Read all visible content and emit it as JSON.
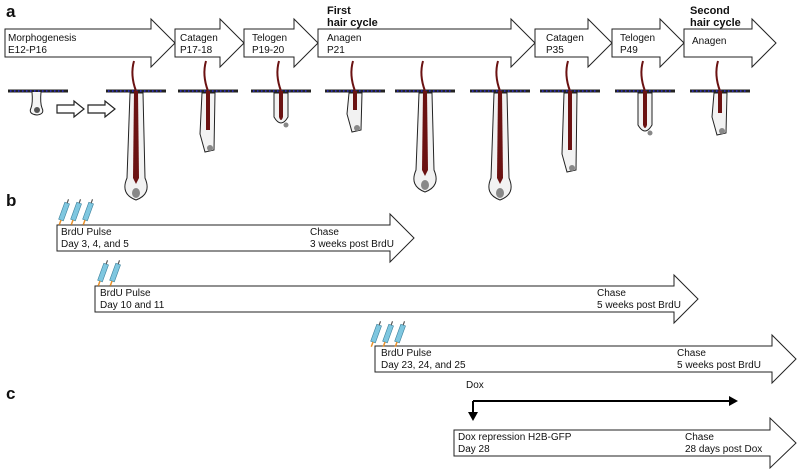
{
  "panels": {
    "a": "a",
    "b": "b",
    "c": "c"
  },
  "cycle_headings": {
    "first_line1": "First",
    "first_line2": "hair cycle",
    "second_line1": "Second",
    "second_line2": "hair cycle"
  },
  "stages": [
    {
      "name": "Morphogenesis",
      "range": "E12-P16"
    },
    {
      "name": "Catagen",
      "range": "P17-18"
    },
    {
      "name": "Telogen",
      "range": "P19-20"
    },
    {
      "name": "Anagen",
      "range": "P21"
    },
    {
      "name": "Catagen",
      "range": "P35"
    },
    {
      "name": "Telogen",
      "range": "P49"
    },
    {
      "name": "Anagen",
      "range": ""
    }
  ],
  "pulses": [
    {
      "pulse_label": "BrdU Pulse",
      "pulse_days": "Day 3, 4, and 5",
      "chase_label": "Chase",
      "chase_time": "3 weeks post BrdU",
      "syringes": 3
    },
    {
      "pulse_label": "BrdU Pulse",
      "pulse_days": "Day 10 and 11",
      "chase_label": "Chase",
      "chase_time": "5 weeks post BrdU",
      "syringes": 2
    },
    {
      "pulse_label": "BrdU Pulse",
      "pulse_days": "Day 23, 24, and 25",
      "chase_label": "Chase",
      "chase_time": "5 weeks post BrdU",
      "syringes": 3
    }
  ],
  "dox": {
    "marker_label": "Dox",
    "repression_label": "Dox repression H2B-GFP",
    "repression_day": "Day 28",
    "chase_label": "Chase",
    "chase_time": "28 days post Dox"
  },
  "colors": {
    "outline": "#222222",
    "hair_shaft": "#6b1212",
    "epidermis_dots": "#2b2bd1",
    "syringe_body": "#7fc7e0",
    "syringe_needle": "#e8902a"
  }
}
